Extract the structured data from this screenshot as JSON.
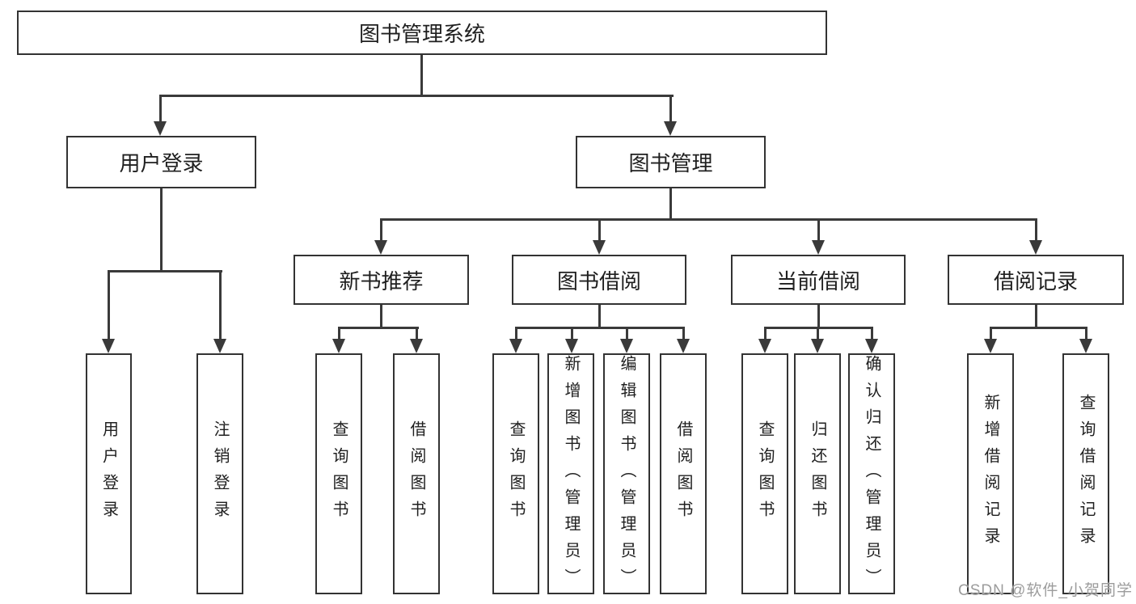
{
  "title": "图书管理系统",
  "branches": {
    "user": {
      "label": "用户登录",
      "children": [
        "用户登录",
        "注销登录"
      ]
    },
    "book": {
      "label": "图书管理",
      "sections": [
        {
          "label": "新书推荐",
          "children": [
            "查询图书",
            "借阅图书"
          ]
        },
        {
          "label": "图书借阅",
          "children": [
            "查询图书",
            "新增图书（管理员）",
            "编辑图书（管理员）",
            "借阅图书"
          ]
        },
        {
          "label": "当前借阅",
          "children": [
            "查询图书",
            "归还图书",
            "确认归还（管理员）"
          ]
        },
        {
          "label": "借阅记录",
          "children": [
            "新增借阅记录",
            "查询借阅记录"
          ]
        }
      ]
    }
  },
  "watermark": "CSDN @软件_小贺同学",
  "colors": {
    "line": "#3a3a3a",
    "border": "#333333",
    "text": "#1f1f1f",
    "watermark": "#9c9c9c",
    "background": "#ffffff"
  }
}
